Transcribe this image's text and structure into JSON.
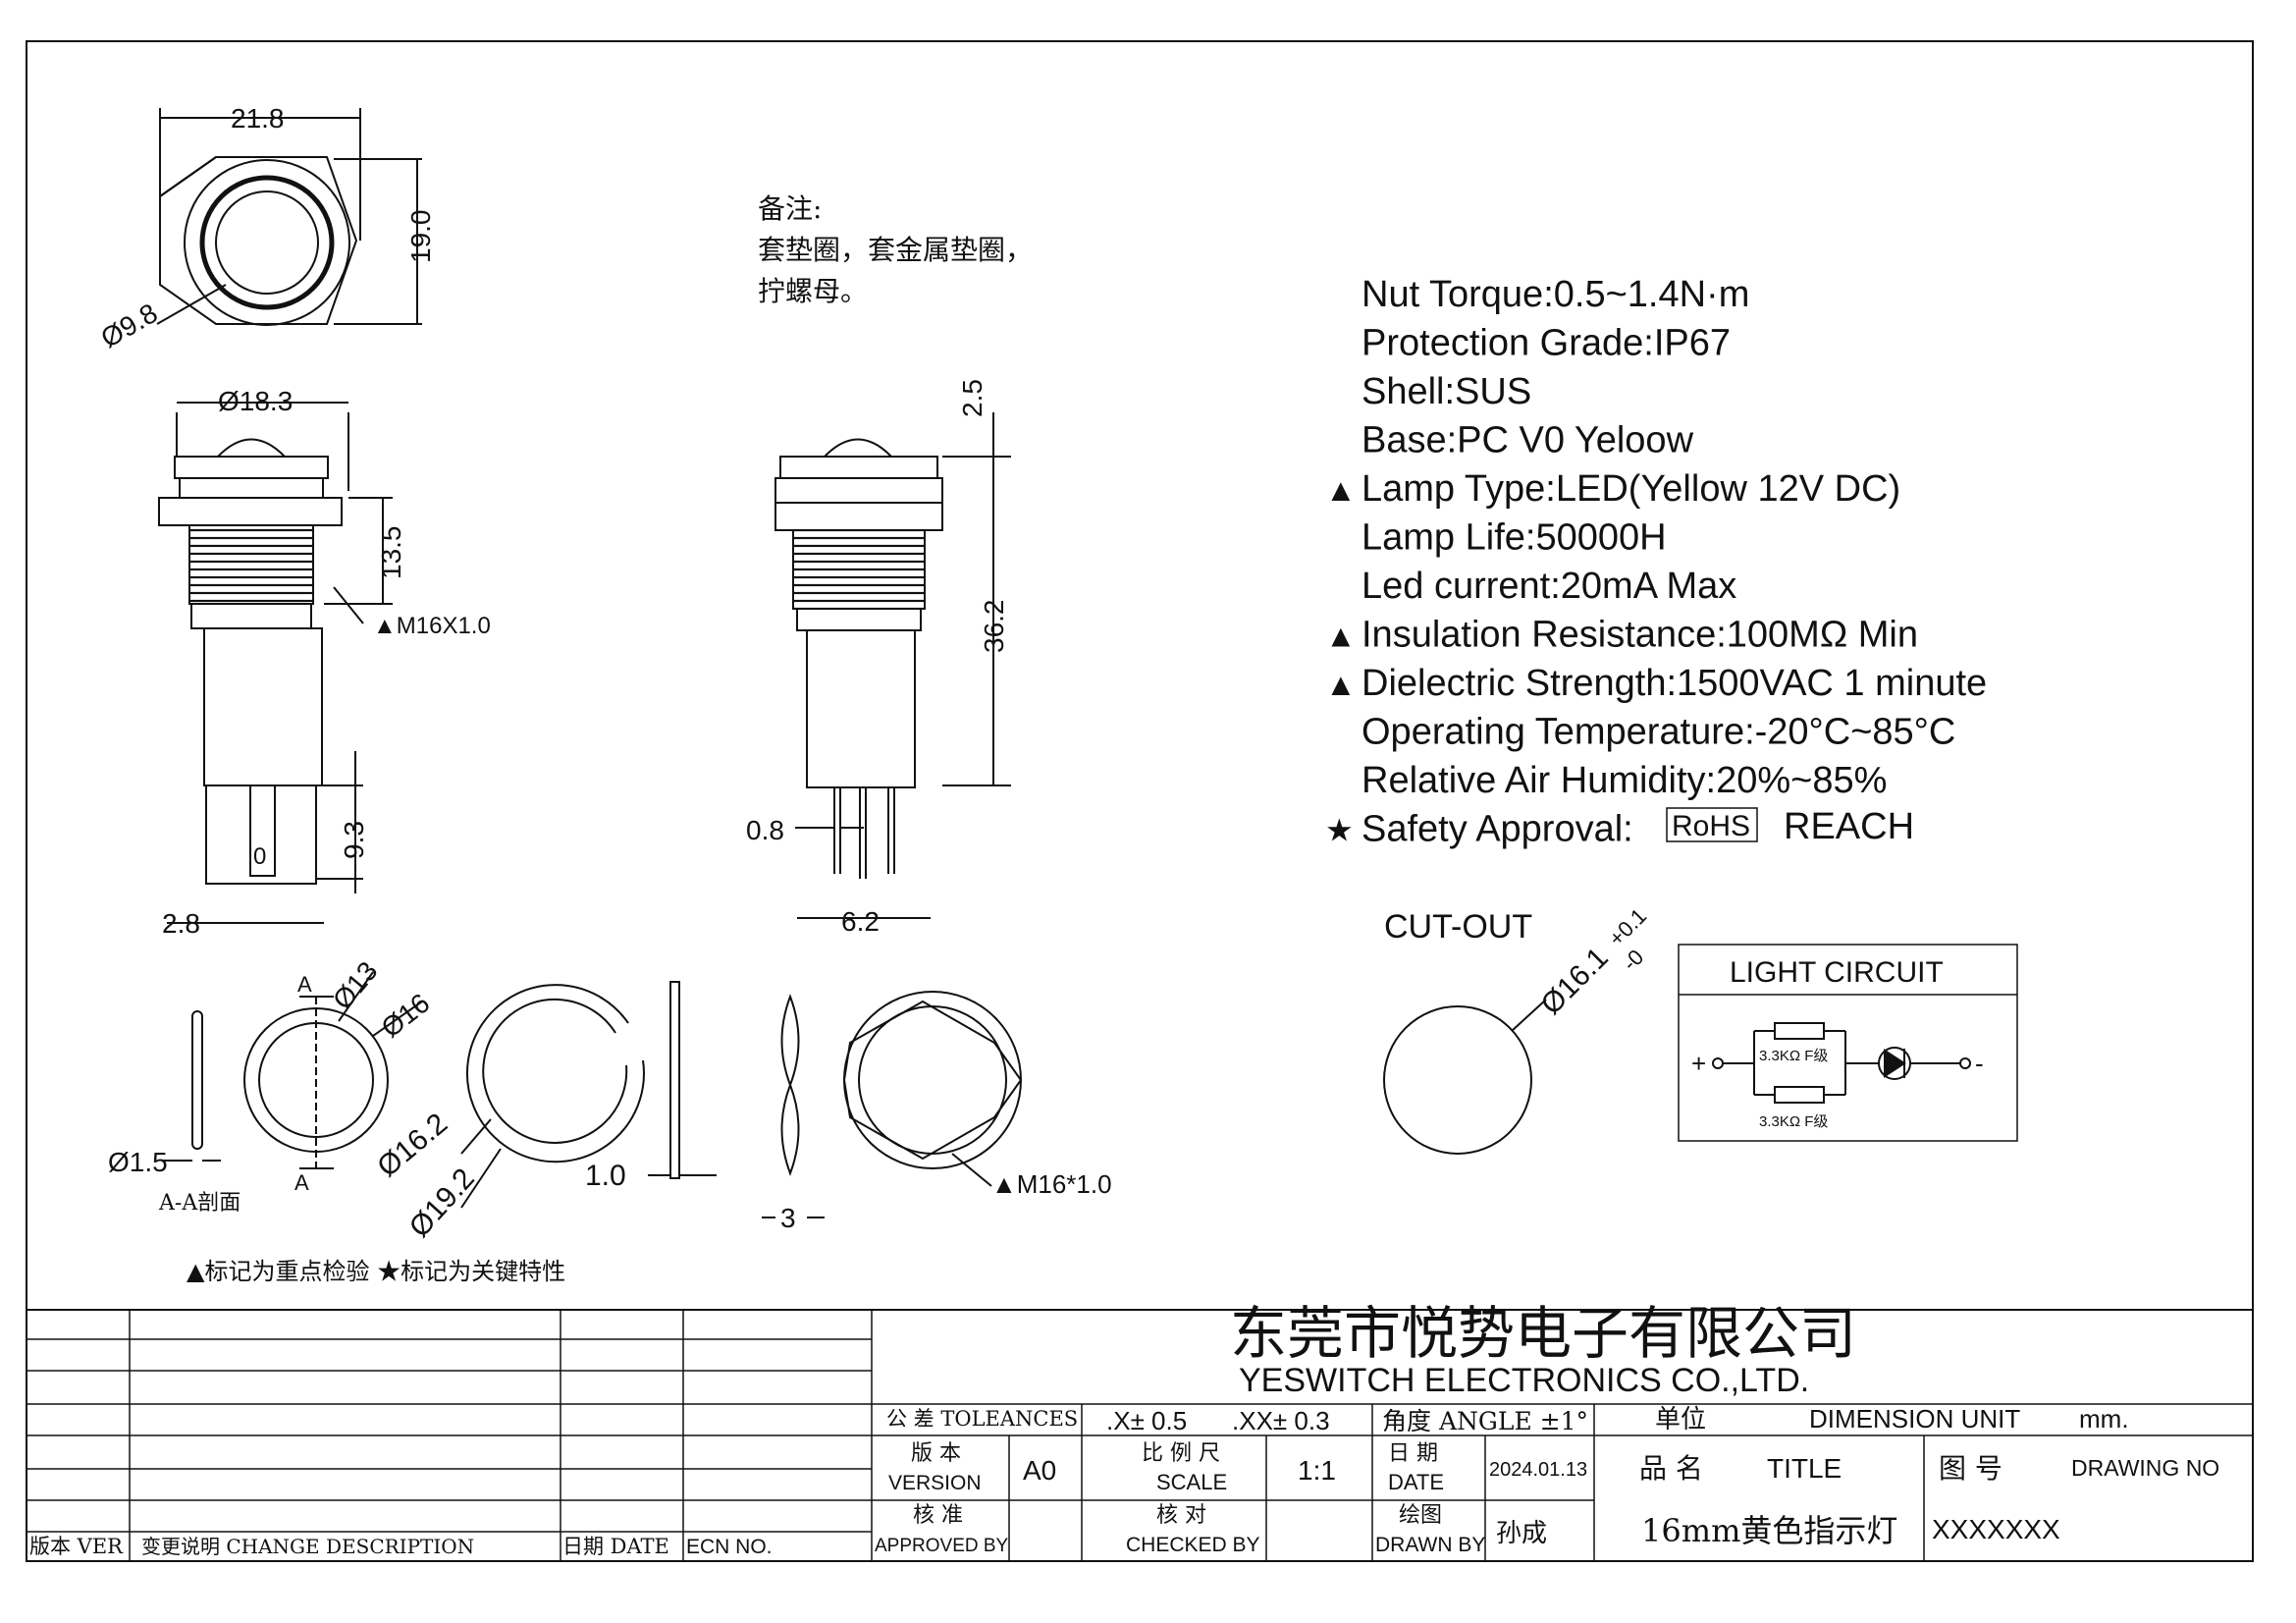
{
  "top_view": {
    "width_dim": "21.8",
    "height_dim": "19.0",
    "dia_dim": "Ø9.8"
  },
  "side_view": {
    "head_dia": "Ø18.3",
    "thread_len": "13.5",
    "thread_spec": "▲M16X1.0",
    "pin_len": "9.3",
    "pin_gap": "2.8",
    "pin_label": "0"
  },
  "front_view": {
    "dome_h": "2.5",
    "body_h": "36.2",
    "pin_w": "0.8",
    "pin_pitch": "6.2"
  },
  "notes": {
    "title": "备注:",
    "line1": "套垫圈，套金属垫圈，",
    "line2": "拧螺母。"
  },
  "specs": [
    {
      "mark": "",
      "text": "Nut Torque:0.5~1.4N·m"
    },
    {
      "mark": "",
      "text": "Protection Grade:IP67"
    },
    {
      "mark": "",
      "text": "Shell:SUS"
    },
    {
      "mark": "",
      "text": "Base:PC V0 Yeloow"
    },
    {
      "mark": "▲",
      "text": "Lamp Type:LED(Yellow 12V DC)"
    },
    {
      "mark": "",
      "text": "Lamp Life:50000H"
    },
    {
      "mark": "",
      "text": "Led current:20mA Max"
    },
    {
      "mark": "▲",
      "text": "Insulation Resistance:100MΩ Min"
    },
    {
      "mark": "▲",
      "text": "Dielectric Strength:1500VAC 1 minute"
    },
    {
      "mark": "",
      "text": "Operating Temperature:-20°C~85°C"
    },
    {
      "mark": "",
      "text": "Relative Air Humidity:20%~85%"
    },
    {
      "mark": "★",
      "text": "Safety Approval:"
    }
  ],
  "approval": {
    "rohs": "RoHS",
    "reach": "REACH"
  },
  "parts": {
    "oring_dia": "Ø1.5",
    "section_label": "A-A剖面",
    "section_a": "A",
    "washer_inner": "Ø13",
    "washer_outer": "Ø16",
    "ring_inner": "Ø16.2",
    "ring_outer": "Ø19.2",
    "ring_thk": "1.0",
    "spring_thk": "3",
    "nut_thread": "▲M16*1.0"
  },
  "cutout": {
    "title": "CUT-OUT",
    "dia": "Ø16.1",
    "tol_plus": "+0.1",
    "tol_minus": "-0"
  },
  "circuit": {
    "title": "LIGHT CIRCUIT",
    "r1": "3.3KΩ F级",
    "r2": "3.3KΩ F级",
    "plus": "+",
    "minus": "-"
  },
  "legend": "▲标记为重点检验 ★标记为关键特性",
  "title_block": {
    "company_cn": "东莞市悦势电子有限公司",
    "company_en": "YESWITCH ELECTRONICS CO.,LTD.",
    "tol_label": "公  差 TOLEANCES",
    "tol_x": ".X± 0.5",
    "tol_xx": ".XX± 0.3",
    "angle": "角度 ANGLE  ±1°",
    "unit_cn": "单位",
    "unit_en": "DIMENSION UNIT",
    "unit_val": "mm.",
    "version_cn": "版  本",
    "version_en": "VERSION",
    "version_val": "A0",
    "scale_cn": "比 例 尺",
    "scale_en": "SCALE",
    "scale_val": "1:1",
    "date_cn": "日  期",
    "date_en": "DATE",
    "date_val": "2024.01.13",
    "name_cn": "品  名",
    "title_en": "TITLE",
    "dwg_cn": "图  号",
    "dwg_en": "DRAWING NO",
    "approved_cn": "核  准",
    "approved_en": "APPROVED BY",
    "checked_cn": "核  对",
    "checked_en": "CHECKED BY",
    "drawn_cn": "绘图",
    "drawn_en": "DRAWN BY",
    "drawn_val": "孙成",
    "product": "16mm黄色指示灯",
    "dwg_no": "XXXXXXX",
    "rev_ver": "版本 VER",
    "rev_desc": "变更说明  CHANGE DESCRIPTION",
    "rev_date": "日期  DATE",
    "rev_ecn": "ECN NO."
  }
}
